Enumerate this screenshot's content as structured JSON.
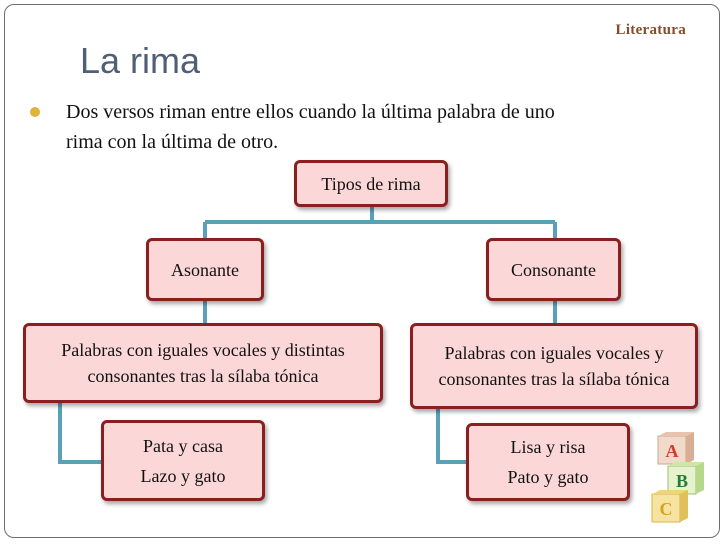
{
  "header": {
    "label": "Literatura"
  },
  "slide": {
    "title": "La rima",
    "bullet_line1": "Dos versos riman entre ellos cuando la última palabra de uno",
    "bullet_line2": "rima con la última de otro."
  },
  "diagram": {
    "root": "Tipos de rima",
    "asonante": {
      "label": "Asonante",
      "desc_line1": "Palabras con iguales vocales y distintas",
      "desc_line2": "consonantes tras la sílaba tónica",
      "example1": "Pata y casa",
      "example2": "Lazo y gato"
    },
    "consonante": {
      "label": "Consonante",
      "desc_line1": "Palabras con iguales vocales y",
      "desc_line2": "consonantes tras la sílaba tónica",
      "example1": "Lisa y risa",
      "example2": "Pato y gato"
    }
  },
  "colors": {
    "node_fill": "#fbd7d7",
    "node_border": "#8a1f1f",
    "connector": "#5aa1b8",
    "title": "#4f5f78",
    "header": "#8b4a2a",
    "bullet": "#e0b33a"
  },
  "icons": {
    "decoration": "abc-blocks-icon"
  }
}
